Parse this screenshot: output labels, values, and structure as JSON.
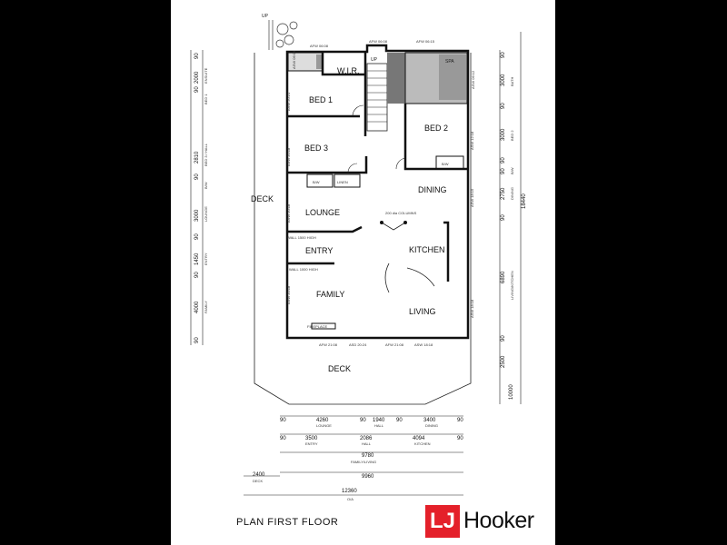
{
  "rooms": {
    "bed1": "BED 1",
    "bed2": "BED 2",
    "bed3": "BED 3",
    "wir": "W.I.R.",
    "lounge": "LOUNGE",
    "dining": "DINING",
    "entry": "ENTRY",
    "kitchen": "KITCHEN",
    "family": "FAMILY",
    "living": "LIVING",
    "deck_left": "DECK",
    "deck_bottom": "DECK",
    "spa": "SPA",
    "up_top": "UP",
    "up_stair": "UP",
    "bw1": "B/W",
    "bw2": "B/W",
    "linen": "LINEN"
  },
  "notes": {
    "columns": "200 dia COLUMNS",
    "wall1500": "WALL 1500 HIGH",
    "wall1000": "WALL 1000 HIGH",
    "fireplace": "FIREPLACE"
  },
  "window_codes": {
    "afw_0608_a": "AFW 06:08",
    "afw_0608_b": "AFW 06:08",
    "afw_0615": "AFW 06:15",
    "asw_0609": "ASW 06:09",
    "asw_0612": "ASW 06:12",
    "asw_2021": "ASW 20:21",
    "asw_2018_a": "ASW 20:18",
    "asw_2018_b": "ASW 20:18",
    "asw_2018_c": "ASW 20:18",
    "asw_1215": "ASW 12:18",
    "asw_1815_a": "ASW 18:15",
    "asw_1818_a": "ASW 18:18",
    "asw_1818_b": "ASW 18:18",
    "afw_2108_a": "AFW 21:08",
    "afw_2108_b": "AFW 21:08",
    "asd_2024": "ASD 20:24"
  },
  "bottom_dims": {
    "row1": [
      "90",
      "4260",
      "90",
      "1940",
      "90",
      "3400",
      "90"
    ],
    "row1_labels": [
      "LOUNGE",
      "HALL",
      "DINING"
    ],
    "row2": [
      "90",
      "3500",
      "2086",
      "4094",
      "90"
    ],
    "row2_labels": [
      "ENTRY",
      "HALL",
      "KITCHEN"
    ],
    "row3": "9780",
    "row3_label": "FAMILY/LIVING",
    "row4": "9960",
    "row5_left": "2400",
    "row5_left_label": "DECK",
    "row6": "12360",
    "row6_label": "O/A"
  },
  "left_dims": [
    "90",
    "2000",
    "90",
    "2810",
    "90",
    "3000",
    "90",
    "1450",
    "90",
    "4000",
    "90"
  ],
  "left_labels": [
    "ENSUITE",
    "BED 1",
    "BED 3 / HALL",
    "B/W",
    "LOUNGE",
    "ENTRY",
    "FAMILY"
  ],
  "right_dims": [
    "90",
    "3000",
    "90",
    "3000",
    "90",
    "90",
    "2750",
    "90",
    "6890",
    "90",
    "2500",
    "18440",
    "10000"
  ],
  "right_labels": [
    "BATH",
    "BED 2",
    "B/W",
    "DINING",
    "LIVING/KITCHEN"
  ],
  "plan_title": "PLAN FIRST FLOOR",
  "brand": {
    "mark": "LJ",
    "word": "Hooker",
    "color": "#e4202a"
  }
}
